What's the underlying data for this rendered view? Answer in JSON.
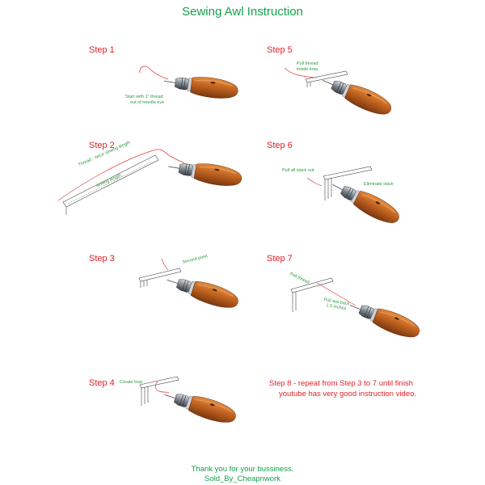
{
  "title": "Sewing Awl Instruction",
  "steps": [
    {
      "label": "Step 1",
      "notes": [
        "Start with 1\" thread",
        "out of needle eye"
      ]
    },
    {
      "label": "Step 2",
      "notes": [
        "Thread - twice sewing length",
        "sewing length"
      ]
    },
    {
      "label": "Step 3",
      "notes": [
        "Second point"
      ]
    },
    {
      "label": "Step 4",
      "notes": [
        "Create loop"
      ]
    },
    {
      "label": "Step 5",
      "notes": [
        "Pull thread",
        "inside loop"
      ]
    },
    {
      "label": "Step 6",
      "notes": [
        "Pull all slack out",
        "Eliminate slack"
      ]
    },
    {
      "label": "Step 7",
      "notes": [
        "Pull thread",
        "Pull awl back",
        "1.5 inches"
      ]
    }
  ],
  "step8": {
    "label": "Step 8",
    "text": " - repeat from Step 3 to 7 until finish",
    "line2": "youtube has very good instruction video."
  },
  "footer": {
    "line1": "Thank you for your bussiness.",
    "line2": "Sold_By_Cheapnwork"
  },
  "colors": {
    "title": "#13a14a",
    "step_label": "#e21f26",
    "annotation": "#2c9a3c",
    "handle": "#b5571b",
    "chuck": "#8a8f96",
    "thread": "#e23b3b"
  }
}
